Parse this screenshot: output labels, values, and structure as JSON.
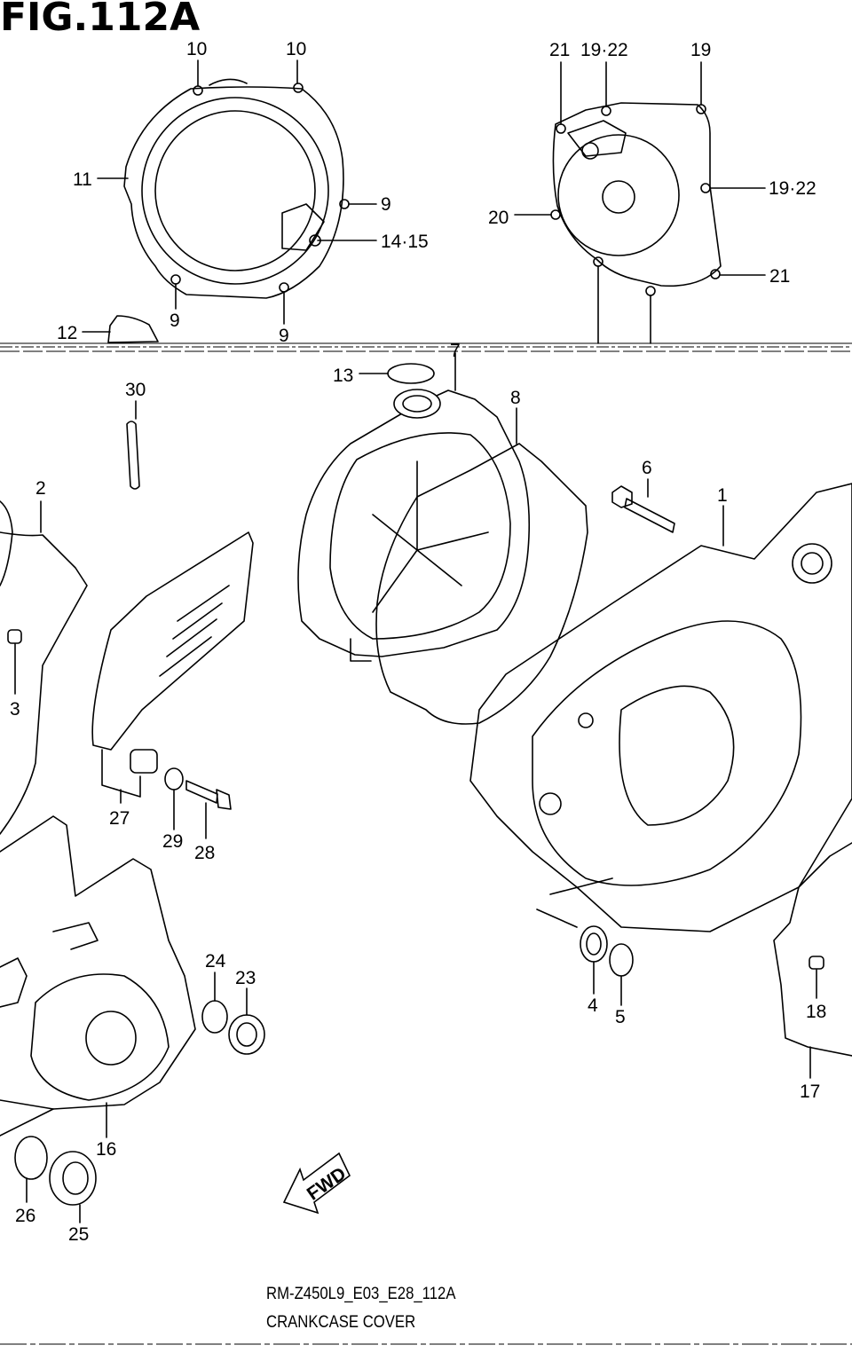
{
  "figure": {
    "title": "FIG.112A",
    "code": "RM-Z450L9_E03_E28_112A",
    "name": "CRANKCASE COVER",
    "fwd": "FWD"
  },
  "callouts": {
    "c10a": "10",
    "c10b": "10",
    "c11": "11",
    "c9a": "9",
    "c9b": "9",
    "c9c": "9",
    "c1415": "14·15",
    "c12": "12",
    "c21a": "21",
    "c1922a": "19·22",
    "c19": "19",
    "c1922b": "19·22",
    "c20": "20",
    "c21b": "21",
    "c13": "13",
    "c7": "7",
    "c30": "30",
    "c8": "8",
    "c6": "6",
    "c1": "1",
    "c2": "2",
    "c3": "3",
    "c27": "27",
    "c29": "29",
    "c28": "28",
    "c24": "24",
    "c23": "23",
    "c4": "4",
    "c5": "5",
    "c18": "18",
    "c17": "17",
    "c16": "16",
    "c26": "26",
    "c25": "25"
  }
}
